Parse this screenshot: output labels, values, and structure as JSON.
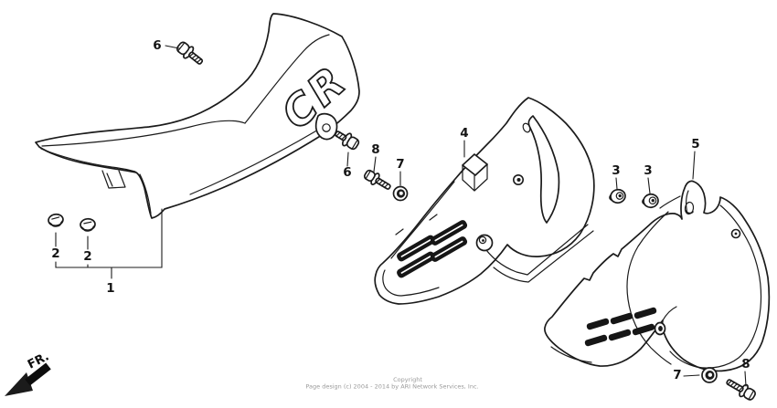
{
  "diagram": {
    "brand_logo": "CR",
    "direction_label": "FR.",
    "callouts": [
      {
        "ref": "1"
      },
      {
        "ref": "2"
      },
      {
        "ref": "2"
      },
      {
        "ref": "3"
      },
      {
        "ref": "3"
      },
      {
        "ref": "4"
      },
      {
        "ref": "5"
      },
      {
        "ref": "6"
      },
      {
        "ref": "6"
      },
      {
        "ref": "7"
      },
      {
        "ref": "7"
      },
      {
        "ref": "8"
      },
      {
        "ref": "8"
      }
    ],
    "footer": {
      "line1": "Copyright",
      "line2": "Page design (c) 2004 - 2014 by ARI Network Services, Inc."
    },
    "colors": {
      "line": "#1b1b1b",
      "footer_text": "#9a9a9a",
      "background": "#ffffff"
    }
  }
}
